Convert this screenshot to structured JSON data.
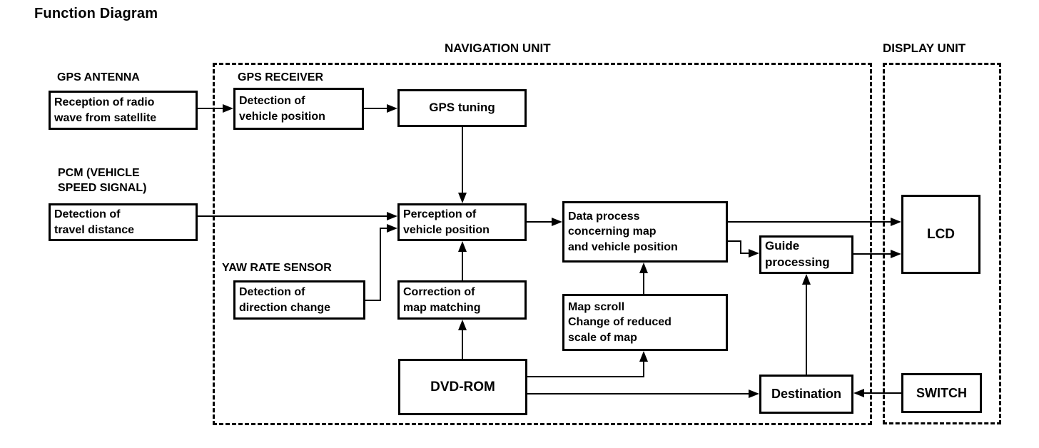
{
  "title": "Function Diagram",
  "colors": {
    "ink": "#000000",
    "paper": "#ffffff"
  },
  "sections": {
    "navigation_unit": "NAVIGATION UNIT",
    "display_unit": "DISPLAY UNIT"
  },
  "external_labels": {
    "gps_antenna": "GPS ANTENNA",
    "gps_receiver": "GPS RECEIVER",
    "pcm": "PCM (VEHICLE\nSPEED SIGNAL)",
    "yaw_rate_sensor": "YAW RATE SENSOR"
  },
  "nodes": {
    "reception": "Reception of radio\nwave from satellite",
    "detection_vehicle_position": "Detection of\nvehicle position",
    "gps_tuning": "GPS tuning",
    "detection_travel_distance": "Detection of\ntravel distance",
    "perception": "Perception of\nvehicle position",
    "data_process": "Data process\nconcerning map\nand vehicle position",
    "detection_direction_change": "Detection of\ndirection change",
    "correction": "Correction of\nmap matching",
    "map_scroll": "Map scroll\nChange of reduced\nscale of map",
    "dvd_rom": "DVD-ROM",
    "guide_processing": "Guide\nprocessing",
    "lcd": "LCD",
    "destination": "Destination",
    "switch": "SWITCH"
  },
  "connections": [
    {
      "from": "reception",
      "to": "detection_vehicle_position"
    },
    {
      "from": "detection_vehicle_position",
      "to": "gps_tuning"
    },
    {
      "from": "gps_tuning",
      "to": "perception"
    },
    {
      "from": "detection_travel_distance",
      "to": "perception"
    },
    {
      "from": "detection_direction_change",
      "to": "perception"
    },
    {
      "from": "perception",
      "to": "data_process"
    },
    {
      "from": "correction",
      "to": "perception"
    },
    {
      "from": "dvd_rom",
      "to": "correction"
    },
    {
      "from": "dvd_rom",
      "to": "map_scroll"
    },
    {
      "from": "dvd_rom",
      "to": "destination"
    },
    {
      "from": "map_scroll",
      "to": "data_process"
    },
    {
      "from": "data_process",
      "to": "lcd"
    },
    {
      "from": "data_process",
      "to": "guide_processing"
    },
    {
      "from": "guide_processing",
      "to": "lcd"
    },
    {
      "from": "destination",
      "to": "guide_processing"
    },
    {
      "from": "switch",
      "to": "destination"
    }
  ]
}
